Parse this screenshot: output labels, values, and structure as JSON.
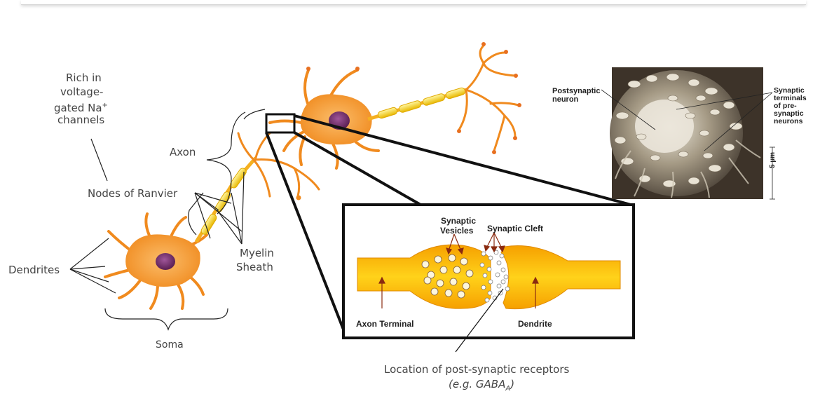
{
  "neuron_labels": {
    "rich_in": "Rich in",
    "voltage": "voltage-",
    "gated": "gated Na",
    "gated_sup": "+",
    "channels": "channels",
    "axon": "Axon",
    "nodes_of_ranvier": "Nodes of Ranvier",
    "myelin": "Myelin",
    "sheath": "Sheath",
    "dendrites": "Dendrites",
    "soma": "Soma"
  },
  "synapse_inset": {
    "synaptic_vesicles_1": "Synaptic",
    "synaptic_vesicles_2": "Vesicles",
    "synaptic_cleft": "Synaptic Cleft",
    "axon_terminal": "Axon Terminal",
    "dendrite": "Dendrite"
  },
  "receptor_caption": {
    "line1": "Location of post-synaptic receptors",
    "line2_pre": "(e.g. GABA",
    "line2_sub": "A",
    "line2_post": ")"
  },
  "micrograph": {
    "postsynaptic_1": "Postsynaptic",
    "postsynaptic_2": "neuron",
    "terminals_1": "Synaptic",
    "terminals_2": "terminals",
    "terminals_3": "of pre-",
    "terminals_4": "synaptic",
    "terminals_5": "neurons",
    "scale": "5 µm"
  },
  "colors": {
    "cell_body": "#f7a23a",
    "nucleus": "#7a2f6e",
    "myelin": "#f3d21a",
    "terminal": "#f5b800",
    "micrograph_bg": "#4a3f33"
  }
}
